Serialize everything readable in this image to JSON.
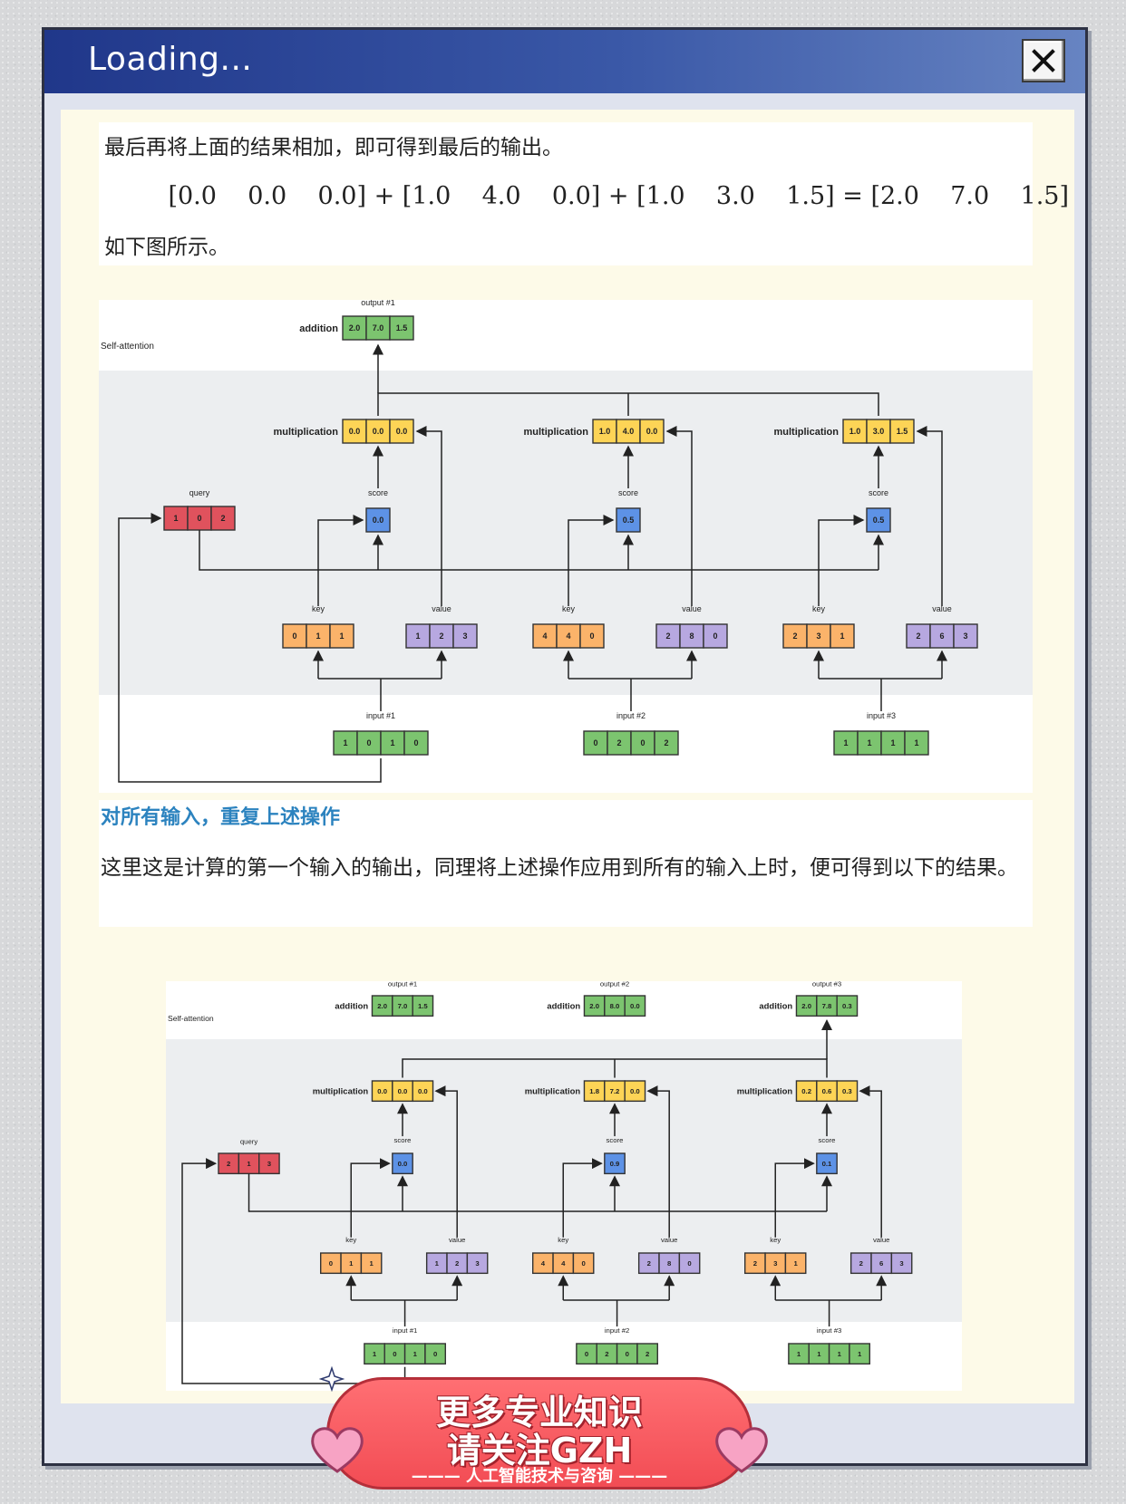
{
  "window": {
    "title": "Loading..."
  },
  "article": {
    "intro": "最后再将上面的结果相加，即可得到最后的输出。",
    "formula": "[0.0    0.0    0.0] + [1.0    4.0    0.0] + [1.0    3.0    1.5] = [2.0    7.0    1.5]",
    "caption": "如下图所示。",
    "heading": "对所有输入，重复上述操作",
    "body": "这里这是计算的第一个输入的输出，同理将上述操作应用到所有的输入上时，便可得到以下的结果。"
  },
  "labels": {
    "self_attention": "Self-attention",
    "addition": "addition",
    "multiplication": "multiplication",
    "score": "score",
    "query": "query",
    "key": "key",
    "value": "value"
  },
  "diagram1": {
    "output_label": "output #1",
    "output": [
      "2.0",
      "7.0",
      "1.5"
    ],
    "query": [
      "1",
      "0",
      "2"
    ],
    "columns": [
      {
        "input_label": "input #1",
        "input": [
          "1",
          "0",
          "1",
          "0"
        ],
        "key": [
          "0",
          "1",
          "1"
        ],
        "value": [
          "1",
          "2",
          "3"
        ],
        "score": "0.0",
        "mult": [
          "0.0",
          "0.0",
          "0.0"
        ]
      },
      {
        "input_label": "input #2",
        "input": [
          "0",
          "2",
          "0",
          "2"
        ],
        "key": [
          "4",
          "4",
          "0"
        ],
        "value": [
          "2",
          "8",
          "0"
        ],
        "score": "0.5",
        "mult": [
          "1.0",
          "4.0",
          "0.0"
        ]
      },
      {
        "input_label": "input #3",
        "input": [
          "1",
          "1",
          "1",
          "1"
        ],
        "key": [
          "2",
          "3",
          "1"
        ],
        "value": [
          "2",
          "6",
          "3"
        ],
        "score": "0.5",
        "mult": [
          "1.0",
          "3.0",
          "1.5"
        ]
      }
    ]
  },
  "diagram2": {
    "outputs": [
      {
        "label": "output #1",
        "values": [
          "2.0",
          "7.0",
          "1.5"
        ]
      },
      {
        "label": "output #2",
        "values": [
          "2.0",
          "8.0",
          "0.0"
        ]
      },
      {
        "label": "output #3",
        "values": [
          "2.0",
          "7.8",
          "0.3"
        ]
      }
    ],
    "query": [
      "2",
      "1",
      "3"
    ],
    "columns": [
      {
        "input_label": "input #1",
        "input": [
          "1",
          "0",
          "1",
          "0"
        ],
        "key": [
          "0",
          "1",
          "1"
        ],
        "value": [
          "1",
          "2",
          "3"
        ],
        "score": "0.0",
        "mult": [
          "0.0",
          "0.0",
          "0.0"
        ]
      },
      {
        "input_label": "input #2",
        "input": [
          "0",
          "2",
          "0",
          "2"
        ],
        "key": [
          "4",
          "4",
          "0"
        ],
        "value": [
          "2",
          "8",
          "0"
        ],
        "score": "0.9",
        "mult": [
          "1.8",
          "7.2",
          "0.0"
        ]
      },
      {
        "input_label": "input #3",
        "input": [
          "1",
          "1",
          "1",
          "1"
        ],
        "key": [
          "2",
          "3",
          "1"
        ],
        "value": [
          "2",
          "6",
          "3"
        ],
        "score": "0.1",
        "mult": [
          "0.2",
          "0.6",
          "0.3"
        ]
      }
    ]
  },
  "promo": {
    "line1": "更多专业知识",
    "line2": "请关注GZH",
    "sub": "——— 人工智能技术与咨询 ———"
  },
  "colors": {
    "title_bar": "#20378a",
    "heading": "#2c83bf",
    "green": "#7cc46f",
    "yellow": "#fdd456",
    "red": "#e0525d",
    "orange": "#fbb36a",
    "purple": "#b7a8e0",
    "blue": "#5d92e6",
    "badge": "#f24c54"
  }
}
